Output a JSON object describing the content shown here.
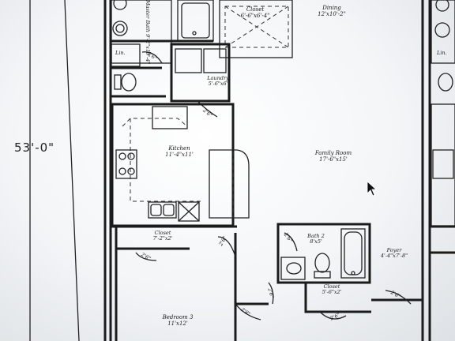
{
  "dimension": {
    "overall_width": "53'-0\""
  },
  "rooms": {
    "master_bath": {
      "name": "Master Bath",
      "size": "9'-2\"x10'-4\""
    },
    "closet_top": {
      "name": "Closet",
      "size": "6'-6\"x6'-4\""
    },
    "dining": {
      "name": "Dining",
      "size": "12'x10'-2\""
    },
    "lin": {
      "name": "Lin."
    },
    "laundry": {
      "name": "Laundry",
      "size": "5'-6\"x6'"
    },
    "kitchen": {
      "name": "Kitchen",
      "size": "11'-4\"x11'"
    },
    "family_room": {
      "name": "Family Room",
      "size": "17'-6\"x15'"
    },
    "closet_left": {
      "name": "Closet",
      "size": "7'-2\"x2'"
    },
    "bath2": {
      "name": "Bath 2",
      "size": "8'x5'"
    },
    "foyer": {
      "name": "Foyer",
      "size": "4'-4\"x7'-8\""
    },
    "closet_bath": {
      "name": "Closet",
      "size": "5'-6\"x2'"
    },
    "bedroom3": {
      "name": "Bedroom 3",
      "size": "11'x12'"
    }
  },
  "door_labels": [
    "2'6\"",
    "2'6\"",
    "2'6\"",
    "2'6\"",
    "2'6\"",
    "2'6\"",
    "2'8\"",
    "2'6\"",
    "2'6\"",
    "3'0\""
  ],
  "icons": {
    "cursor": "mouse-pointer-icon"
  }
}
